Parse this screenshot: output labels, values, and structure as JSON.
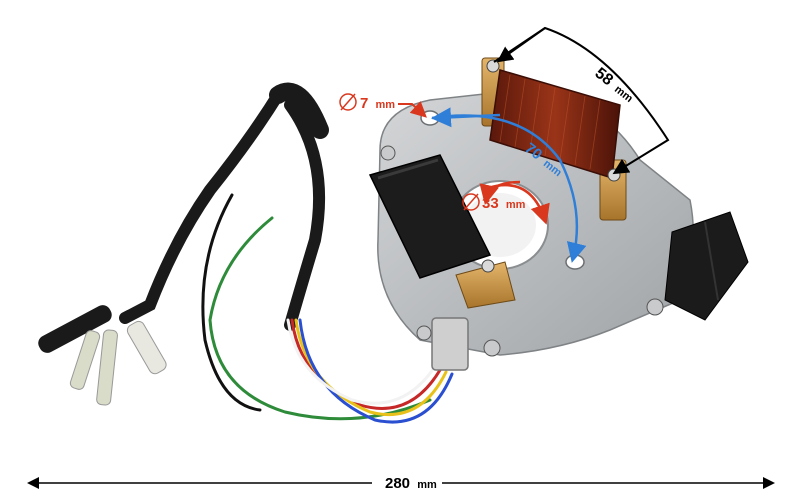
{
  "dimensions": {
    "coil_spacing": {
      "value": "58",
      "unit": "mm",
      "color": "#000000"
    },
    "hole_diameter": {
      "symbol": "⌀",
      "value": "7",
      "unit": "mm",
      "color": "#d9381e"
    },
    "hole_spacing": {
      "value": "70",
      "unit": "mm",
      "color": "#2f7fd9"
    },
    "center_bore": {
      "symbol": "⌀",
      "value": "33",
      "unit": "mm",
      "color": "#d9381e"
    },
    "overall_length": {
      "value": "280",
      "unit": "mm",
      "color": "#000000"
    }
  },
  "colors": {
    "plate": "#b9bcbf",
    "copper_coil": "#7a2412",
    "black_coil": "#1c1c1c",
    "cable": "#1a1a1a",
    "wire_green": "#2e8b3a",
    "wire_red": "#c62828",
    "wire_yellow": "#e8c21a",
    "wire_blue": "#2a4fd0",
    "wire_white": "#f2f2f2"
  }
}
